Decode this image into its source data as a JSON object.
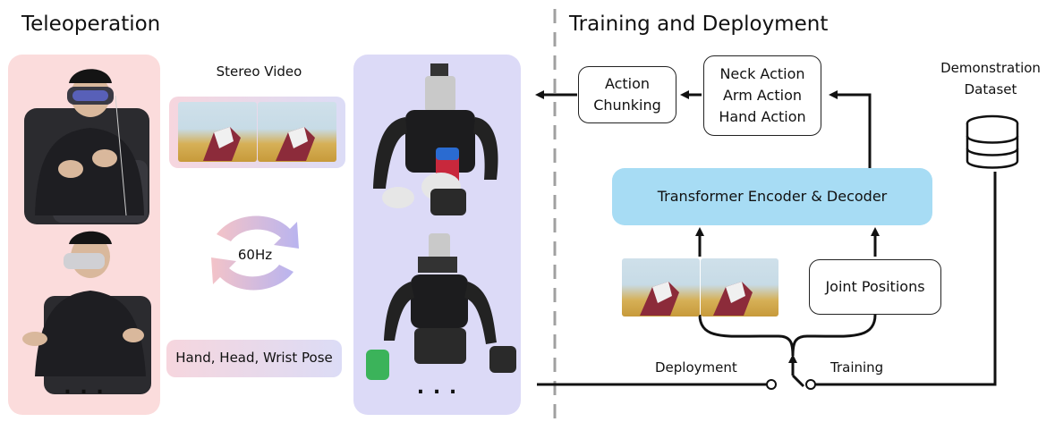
{
  "teleoperation": {
    "title": "Teleoperation",
    "stereo_video_label": "Stereo Video",
    "frequency_label": "60Hz",
    "pose_label": "Hand, Head, Wrist Pose",
    "ellipsis_left": ". . .",
    "ellipsis_robot": ". . ."
  },
  "training": {
    "title": "Training and Deployment",
    "action_chunking": "Action Chunking",
    "actions": [
      "Neck Action",
      "Arm Action",
      "Hand Action"
    ],
    "transformer": "Transformer Encoder & Decoder",
    "joint_positions": "Joint Positions",
    "dataset": "Demonstration Dataset",
    "deployment_label": "Deployment",
    "training_label": "Training"
  },
  "colors": {
    "left_panel": "#fbdcdc",
    "robot_panel": "#dcdaf7",
    "transformer": "#a7dcf4",
    "arrow": "#111111",
    "divider": "#a0a0a0"
  }
}
